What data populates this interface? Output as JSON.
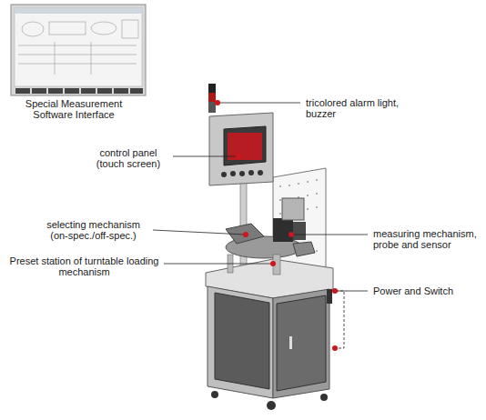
{
  "diagram": {
    "labels": [
      "Special Measurement Software Interface",
      "tricolored alarm light, buzzer",
      "control panel (touch screen)",
      "selecting mechanism (on-spec./off-spec.)",
      "measuring mechanism, probe and sensor",
      "Preset station of turntable loading mechanism",
      "Power and Switch"
    ]
  }
}
